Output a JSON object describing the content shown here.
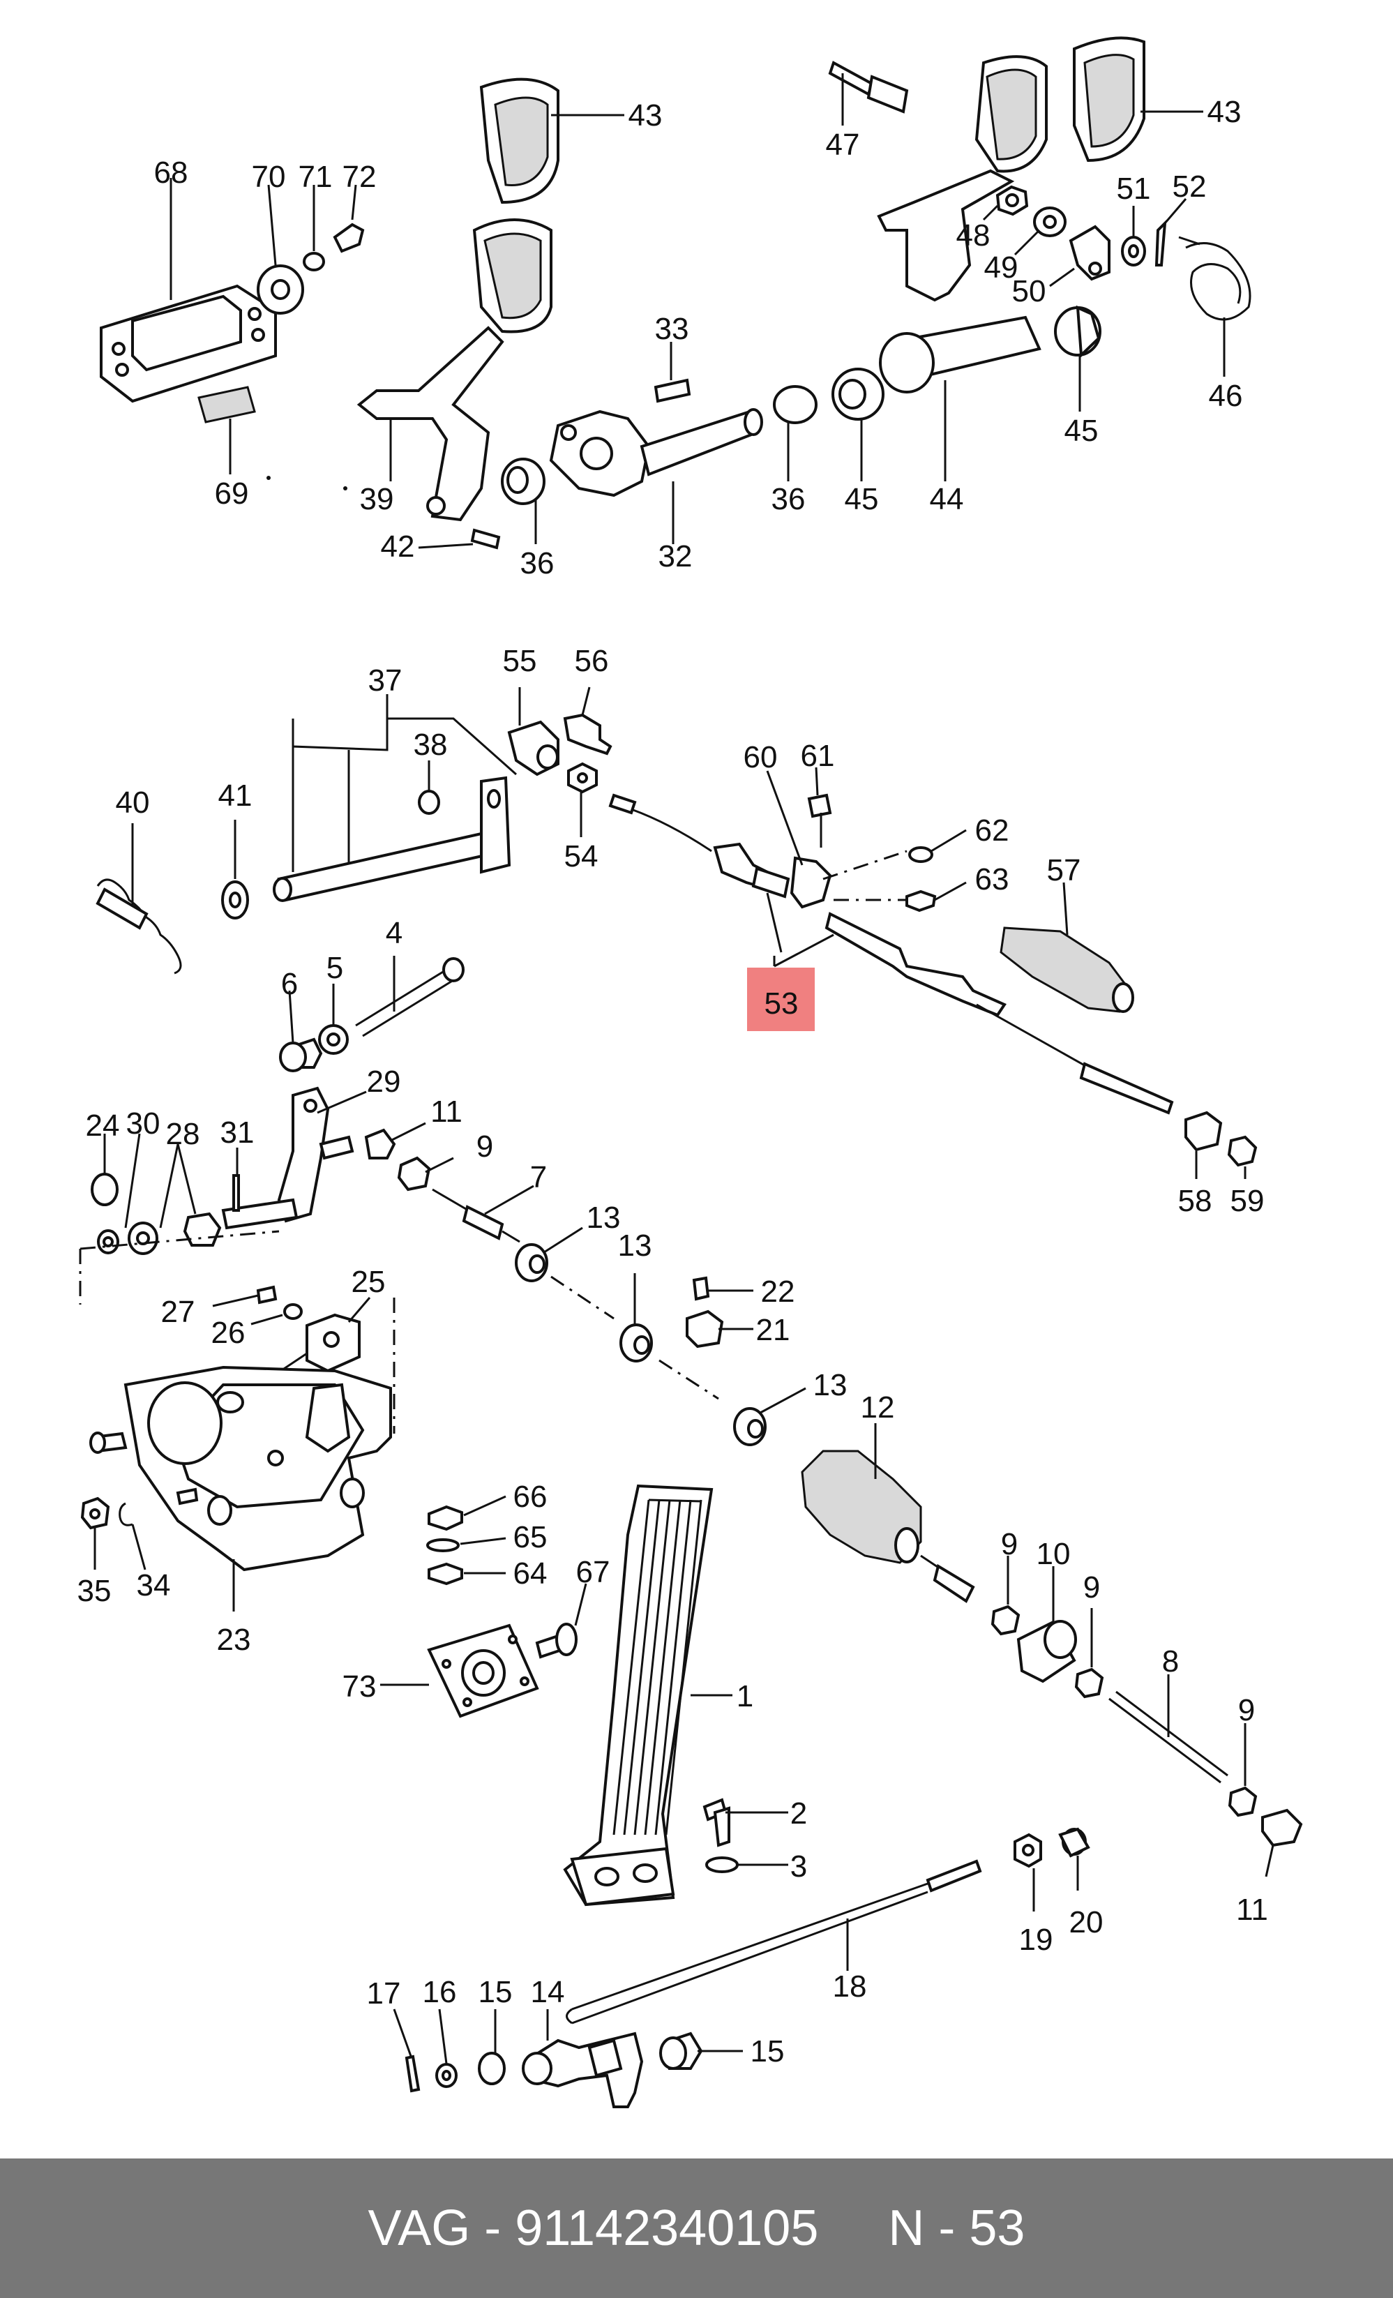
{
  "diagram": {
    "highlight_color": "#f08080",
    "highlighted_part": "53",
    "callouts": [
      "68",
      "70",
      "71",
      "72",
      "69",
      "43",
      "39",
      "42",
      "36",
      "33",
      "32",
      "36",
      "45",
      "44",
      "47",
      "43",
      "48",
      "49",
      "50",
      "51",
      "52",
      "46",
      "45",
      "37",
      "38",
      "55",
      "56",
      "54",
      "40",
      "41",
      "60",
      "61",
      "62",
      "63",
      "57",
      "53",
      "4",
      "6",
      "5",
      "29",
      "24",
      "30",
      "28",
      "31",
      "11",
      "9",
      "7",
      "13",
      "13",
      "22",
      "21",
      "13",
      "12",
      "27",
      "26",
      "25",
      "58",
      "59",
      "66",
      "65",
      "64",
      "67",
      "35",
      "34",
      "23",
      "73",
      "1",
      "2",
      "3",
      "9",
      "10",
      "9",
      "8",
      "9",
      "11",
      "19",
      "20",
      "18",
      "17",
      "16",
      "15",
      "14",
      "15"
    ]
  },
  "footer": {
    "brand": "VAG",
    "part_number": "91142340105",
    "position": "N - 53",
    "text": "VAG - 91142340105     N - 53"
  }
}
